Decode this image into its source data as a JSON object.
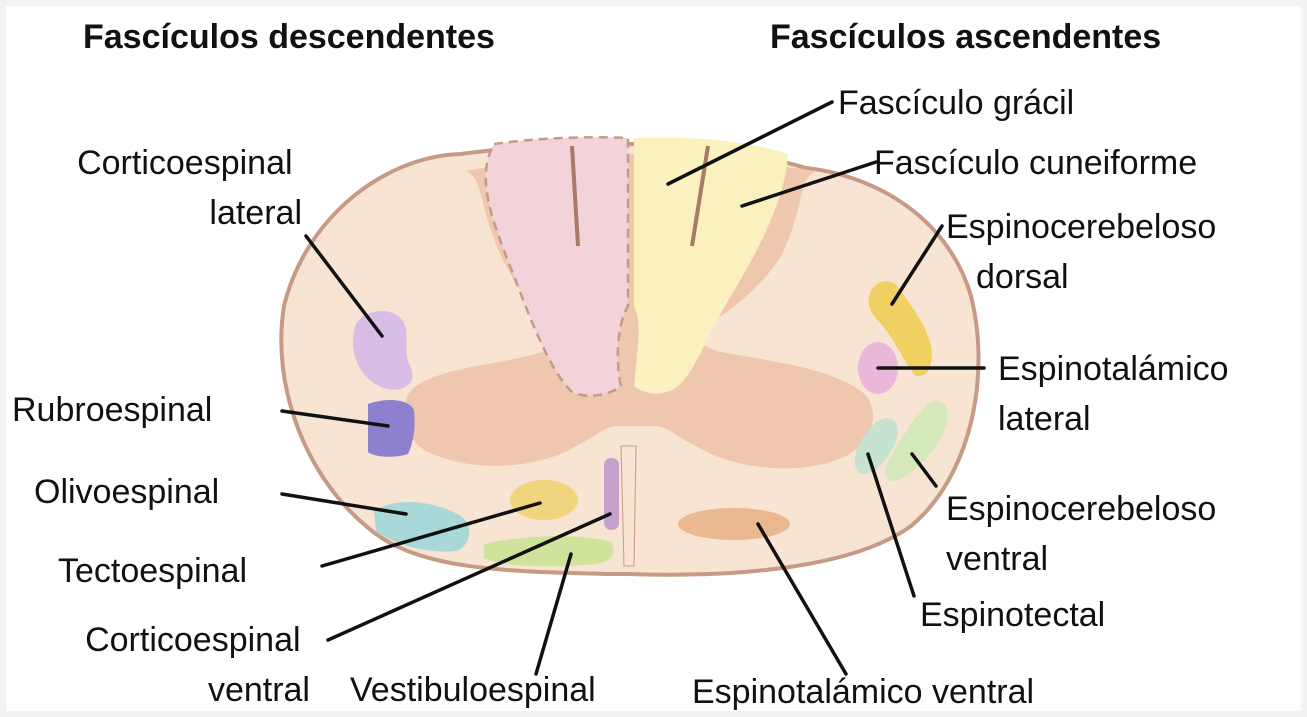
{
  "headers": {
    "descending": "Fascículos descendentes",
    "ascending": "Fascículos ascendentes"
  },
  "labels": {
    "corticoespinal_lateral": [
      "Corticoespinal",
      "lateral"
    ],
    "rubroespinal": "Rubroespinal",
    "olivoespinal": "Olivoespinal",
    "tectoespinal": "Tectoespinal",
    "corticoespinal_ventral": [
      "Corticoespinal",
      "ventral"
    ],
    "vestibuloespinal": "Vestibuloespinal",
    "fasciculo_gracil": "Fascículo grácil",
    "fasciculo_cuneiforme": "Fascículo cuneiforme",
    "espinocerebeloso_dorsal": [
      "Espinocerebeloso",
      "dorsal"
    ],
    "espinotalamico_lateral": [
      "Espinotalámico",
      "lateral"
    ],
    "espinocerebeloso_ventral": [
      "Espinocerebeloso",
      "ventral"
    ],
    "espinotectal": "Espinotectal",
    "espinotalamico_ventral": "Espinotalámico ventral"
  },
  "colors": {
    "white_matter": "#f8e4d2",
    "gray_matter": "#efc7ae",
    "outline": "#c79a85",
    "gracil": "#f1d3d9",
    "cuneiform": "#fbf1be",
    "corticoespinal_lateral": "#d8bde7",
    "rubroespinal": "#8e7fcf",
    "olivoespinal": "#a9d8d8",
    "tectoespinal": "#f0d47e",
    "corticoespinal_ventral": "#c6a1cc",
    "vestibuloespinal": "#cfe39a",
    "espinocerebeloso_dorsal": "#f0d060",
    "espinotalamico_lateral": "#e9b7da",
    "espinotectal": "#c6e3cf",
    "espinocerebeloso_ventral": "#d5e8b9",
    "espinotalamico_ventral": "#eab98f"
  }
}
